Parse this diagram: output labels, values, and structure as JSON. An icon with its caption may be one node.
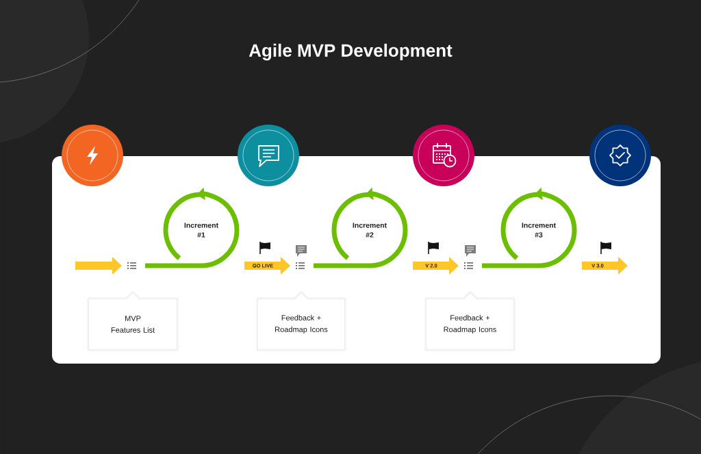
{
  "diagram": {
    "title": "Agile MVP Development",
    "nodes": [
      {
        "text": [],
        "shape": "picture"
      },
      {
        "text": [
          "Increment #1"
        ]
      },
      {
        "text": [],
        "shape": "picture"
      },
      {
        "text": [
          "Increment #2"
        ]
      },
      {
        "text": [],
        "shape": "picture"
      },
      {
        "text": [
          "Increment #3"
        ]
      },
      {
        "text": [
          "MVP Features List"
        ]
      },
      {
        "text": [
          "Feedback + Roadmap Icons"
        ]
      },
      {
        "text": [
          "Feedback + Roadmap Icons"
        ]
      }
    ],
    "edges": [
      {
        "from": null,
        "to": 0,
        "arrow": "to"
      },
      {
        "from": 0,
        "to": 1,
        "arrow": "none",
        "color": "#6cbf00"
      },
      {
        "from": 1,
        "to": 2,
        "arrow": "to",
        "label": "GO LIVE"
      },
      {
        "from": 2,
        "to": 3,
        "arrow": "none",
        "color": "#6cbf00"
      },
      {
        "from": 3,
        "to": 4,
        "arrow": "to",
        "label": "V 2.0"
      },
      {
        "from": 4,
        "to": 5,
        "arrow": "none",
        "color": "#6cbf00"
      },
      {
        "from": 5,
        "to": null,
        "arrow": "to",
        "label": "V 3.0"
      }
    ]
  }
}
